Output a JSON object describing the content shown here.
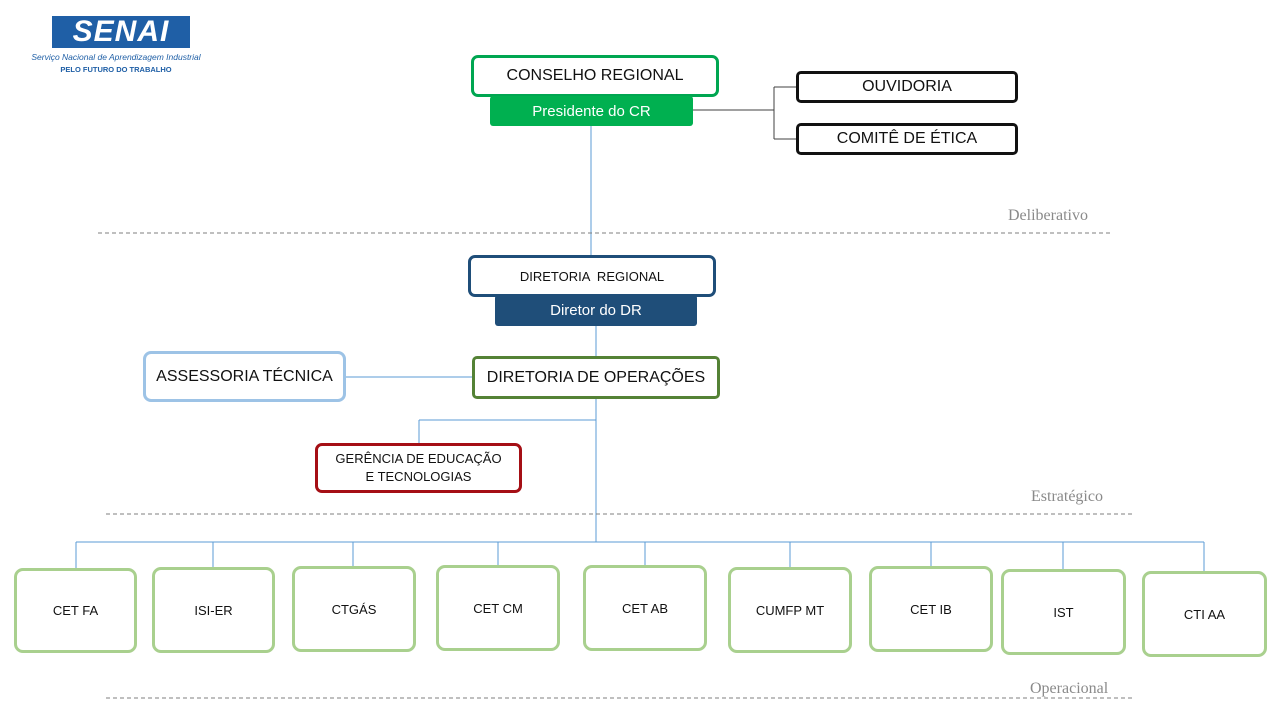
{
  "logo": {
    "wordmark": "SENAI",
    "line1": "Serviço Nacional de Aprendizagem Industrial",
    "line2": "PELO FUTURO DO TRABALHO"
  },
  "nodes": {
    "conselho": "CONSELHO REGIONAL",
    "presidente": "Presidente do CR",
    "ouvidoria": "OUVIDORIA",
    "comite": "COMITÊ DE ÉTICA",
    "diretoria_regional": "DIRETORIA  REGIONAL",
    "diretor": "Diretor do DR",
    "assessoria": "ASSESSORIA TÉCNICA",
    "operacoes": "DIRETORIA DE OPERAÇÕES",
    "gerencia": "GERÊNCIA DE EDUCAÇÃO E TECNOLOGIAS"
  },
  "levels": {
    "deliberativo": "Deliberativo",
    "estrategico": "Estratégico",
    "operacional": "Operacional"
  },
  "units": [
    "CET FA",
    "ISI-ER",
    "CTGÁS",
    "CET CM",
    "CET AB",
    "CUMFP MT",
    "CET IB",
    "IST",
    "CTI AA"
  ],
  "colors": {
    "green_dark": "#00a651",
    "navy": "#1f4e79",
    "light_blue": "#9dc3e6",
    "olive_green": "#548235",
    "dark_red": "#a50f15",
    "light_green": "#a9d08e",
    "connector": "#5b9bd5",
    "logo_blue": "#1f5fa6"
  }
}
